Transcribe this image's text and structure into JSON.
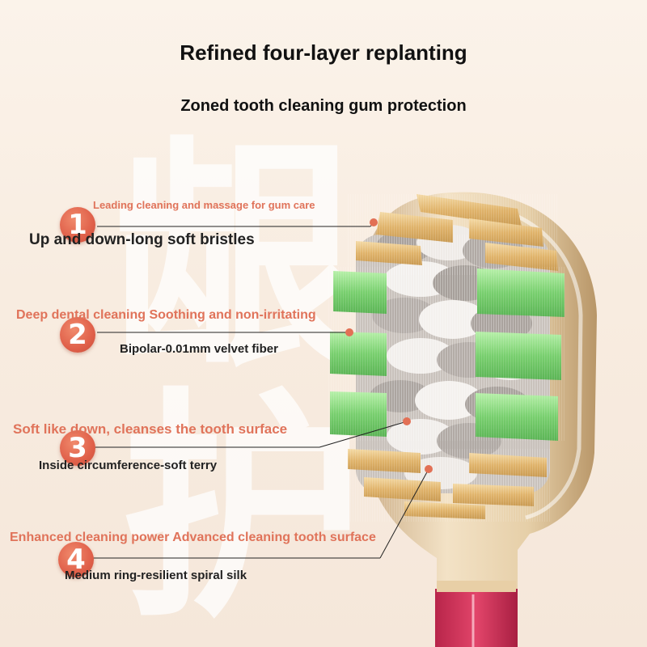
{
  "headline": "Refined four-layer replanting",
  "subheadline": "Zoned tooth cleaning gum protection",
  "watermark": [
    "龈",
    "护"
  ],
  "features": [
    {
      "number": "1",
      "heading": "Leading cleaning and massage for gum care",
      "subtitle": "Up and down-long soft bristles"
    },
    {
      "number": "2",
      "heading": "Deep dental cleaning Soothing and non-irritating",
      "subtitle": "Bipolar-0.01mm velvet fiber"
    },
    {
      "number": "3",
      "heading": "Soft like down, cleanses the tooth surface",
      "subtitle": "Inside circumference-soft terry"
    },
    {
      "number": "4",
      "heading": "Enhanced cleaning power Advanced cleaning tooth surface",
      "subtitle": "Medium ring-resilient spiral silk"
    }
  ],
  "colors": {
    "accent": "#e0735a",
    "handle_gold": "#e8cfa6",
    "handle_red": "#d6335a",
    "bristle_gold": "#e3b66e",
    "bristle_green": "#7fd37a",
    "bristle_gray": "#b9b2ad",
    "bristle_white": "#f2efec"
  }
}
